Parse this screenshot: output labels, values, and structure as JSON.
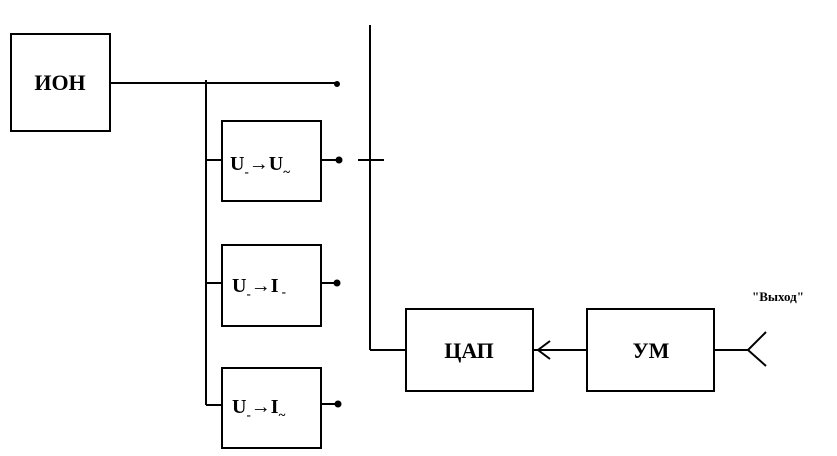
{
  "blocks": {
    "ion": "ИОН",
    "dac": "ЦАП",
    "amp": "УМ"
  },
  "converters": [
    {
      "main1": "U",
      "sub1": "-",
      "arrow": "→",
      "main2": "U",
      "sub2": "~"
    },
    {
      "main1": "U",
      "sub1": "-",
      "arrow": "→",
      "main2": "I",
      "sub2": "-"
    },
    {
      "main1": "U",
      "sub1": "-",
      "arrow": "→",
      "main2": "I",
      "sub2": "~"
    }
  ],
  "output_label": "\"Выход\""
}
